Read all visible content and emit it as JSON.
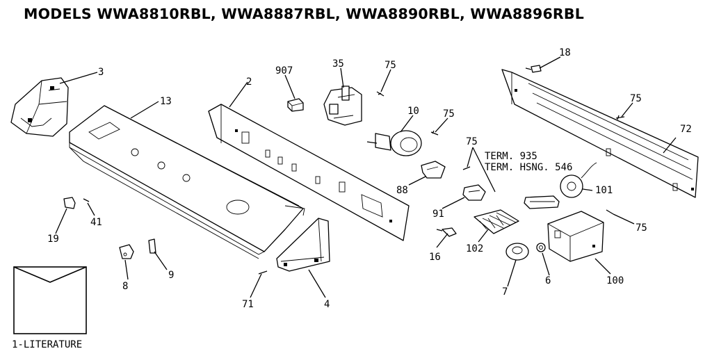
{
  "title": "MODELS WWA8810RBL, WWA8887RBL, WWA8890RBL, WWA8896RBL",
  "callouts": {
    "c3": "3",
    "c13": "13",
    "c2": "2",
    "c907": "907",
    "c35": "35",
    "c75a": "75",
    "c10": "10",
    "c75b": "75",
    "c18": "18",
    "c75c": "75",
    "c72": "72",
    "c75d": "75",
    "c88": "88",
    "c91": "91",
    "c16": "16",
    "c102": "102",
    "c101": "101",
    "c75e": "75",
    "c100": "100",
    "c7": "7",
    "c6": "6",
    "c19": "19",
    "c41": "41",
    "c8": "8",
    "c9": "9",
    "c71": "71",
    "c4": "4"
  },
  "terminal_notes": [
    "TERM. 935",
    "TERM. HSNG. 546"
  ],
  "literature_label": "1-LITERATURE"
}
